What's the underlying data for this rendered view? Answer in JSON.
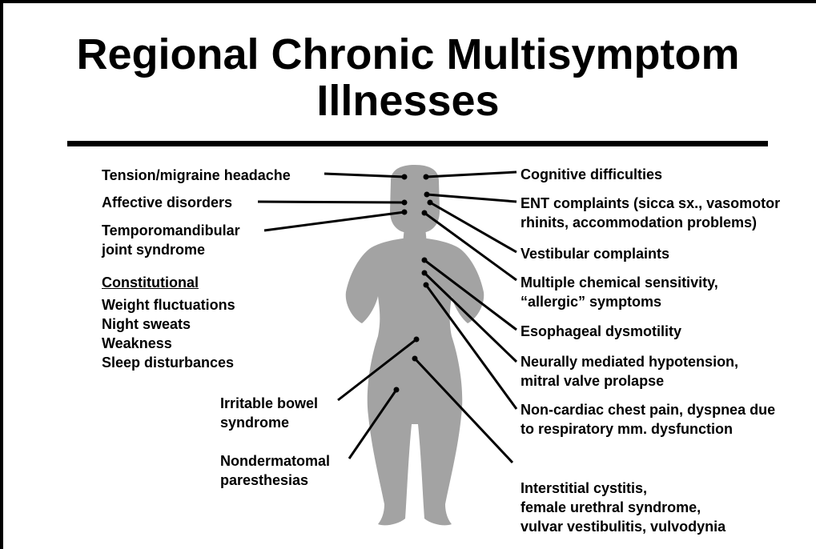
{
  "title": {
    "line1": "Regional Chronic Multisymptom",
    "line2": "Illnesses"
  },
  "left_labels": {
    "tension": "Tension/migraine headache",
    "affective": "Affective disorders",
    "tmj_line1": "Temporomandibular",
    "tmj_line2": "joint syndrome",
    "constitutional_heading": "Constitutional",
    "weight": "Weight fluctuations",
    "night_sweats": "Night sweats",
    "weakness": "Weakness",
    "sleep": "Sleep disturbances",
    "ibs_line1": "Irritable bowel",
    "ibs_line2": "syndrome",
    "nondermatomal_line1": "Nondermatomal",
    "nondermatomal_line2": "paresthesias"
  },
  "right_labels": {
    "cognitive": "Cognitive difficulties",
    "ent_line1": "ENT complaints (sicca sx., vasomotor",
    "ent_line2": "rhinits, accommodation problems)",
    "vestibular": "Vestibular complaints",
    "mcs_line1": "Multiple chemical sensitivity,",
    "mcs_line2": "“allergic” symptoms",
    "esophageal": "Esophageal dysmotility",
    "nmh_line1": "Neurally mediated hypotension,",
    "nmh_line2": "mitral valve prolapse",
    "chest_line1": "Non-cardiac chest pain, dyspnea due",
    "chest_line2": "to respiratory mm. dysfunction",
    "ic_line1": "Interstitial cystitis,",
    "ic_line2": "female urethral syndrome,",
    "ic_line3": "vulvar vestibulitis, vulvodynia"
  },
  "colors": {
    "figure": "#a3a3a3",
    "ink": "#000000",
    "background": "#ffffff"
  }
}
